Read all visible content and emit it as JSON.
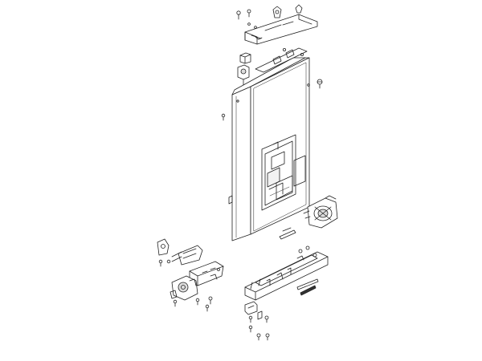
{
  "diagram": {
    "kind": "exploded-parts-view",
    "line_color": "#222222",
    "fill_color": "#ffffff",
    "shade_color": "#d9d9d9",
    "parts": [
      "top-bracket",
      "top-cap",
      "cabinet-body",
      "control-panel-recess",
      "fan-motor-assembly",
      "heater-tube",
      "base-frame",
      "hinge-assembly",
      "latch-assembly",
      "motor-gear-assembly",
      "fasteners"
    ]
  }
}
